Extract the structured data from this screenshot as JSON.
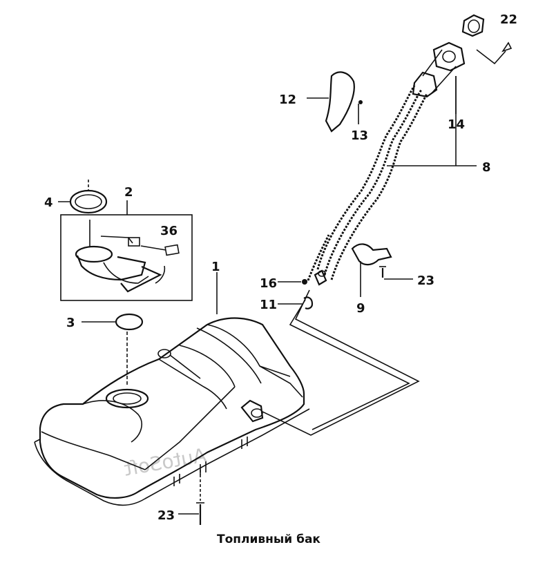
{
  "caption": "Топливный бак",
  "watermark": "AutoSoft",
  "part_labels": {
    "p1": "1",
    "p2": "2",
    "p3": "3",
    "p4": "4",
    "p8": "8",
    "p9": "9",
    "p11": "11",
    "p12": "12",
    "p13": "13",
    "p14": "14",
    "p16": "16",
    "p22": "22",
    "p23_right": "23",
    "p23_bottom": "23",
    "p36": "36"
  }
}
